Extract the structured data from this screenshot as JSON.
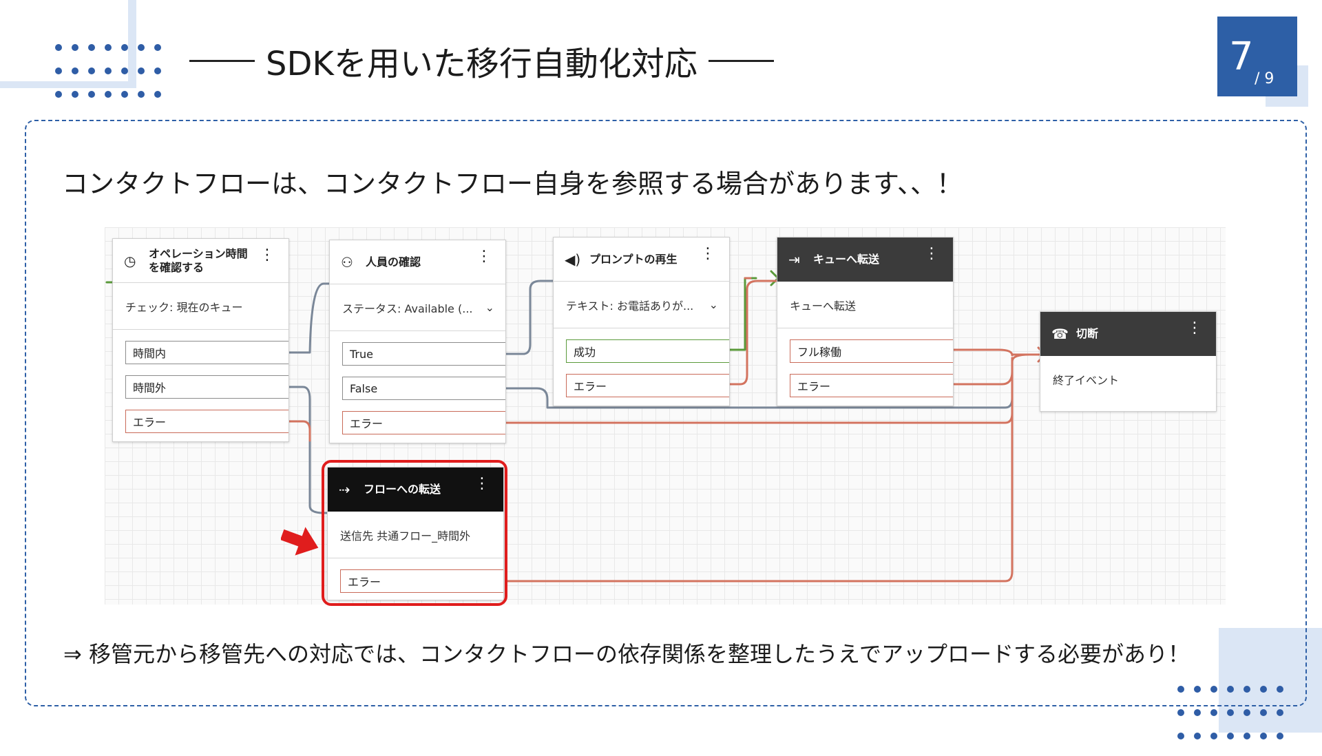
{
  "slide": {
    "title": "SDKを用いた移行自動化対応",
    "page_current": "7",
    "page_total": "/ 9",
    "intro": "コンタクトフローは、コンタクトフロー自身を参照する場合があります、、！",
    "conclusion": "⇒ 移管元から移管先への対応では、コンタクトフローの依存関係を整理したうえでアップロードする必要があり！"
  },
  "colors": {
    "accent": "#2d5fa6",
    "accent_light": "#dbe6f5",
    "error_wire": "#d3735f",
    "normal_wire": "#7a8798",
    "ok_wire": "#5a9a3a",
    "highlight": "#e01d1d"
  },
  "flow": {
    "blocks": {
      "operation_hours": {
        "icon": "clock-check-icon",
        "title": "オペレーション時間を確認する",
        "body": "チェック: 現在のキュー",
        "ports": [
          "時間内",
          "時間外",
          "エラー"
        ]
      },
      "staffing": {
        "icon": "people-icon",
        "title": "人員の確認",
        "body": "ステータス: Available (...",
        "ports": [
          "True",
          "False",
          "エラー"
        ]
      },
      "prompt": {
        "icon": "speaker-icon",
        "title": "プロンプトの再生",
        "body": "テキスト: お電話ありが...",
        "ports": [
          "成功",
          "エラー"
        ]
      },
      "queue_transfer": {
        "icon": "queue-transfer-icon",
        "title": "キューへ転送",
        "body": "キューへ転送",
        "ports": [
          "フル稼働",
          "エラー"
        ]
      },
      "disconnect": {
        "icon": "hangup-icon",
        "title": "切断",
        "body": "終了イベント"
      },
      "flow_transfer": {
        "icon": "flow-transfer-icon",
        "title": "フローへの転送",
        "body": "送信先 共通フロー_時間外",
        "ports": [
          "エラー"
        ]
      }
    }
  }
}
